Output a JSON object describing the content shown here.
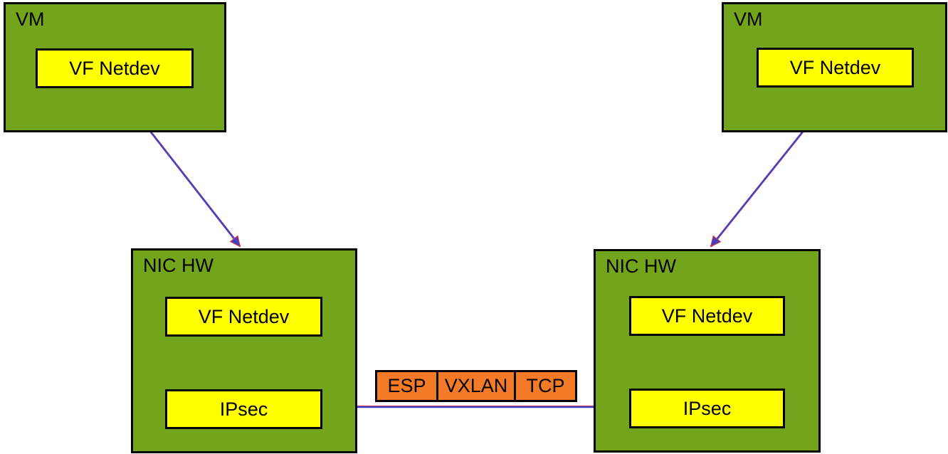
{
  "nodes": {
    "vm_left": {
      "label": "VM",
      "vf_netdev": "VF Netdev"
    },
    "vm_right": {
      "label": "VM",
      "vf_netdev": "VF Netdev"
    },
    "nic_left": {
      "label": "NIC HW",
      "vf_netdev": "VF Netdev",
      "ipsec": "IPsec"
    },
    "nic_right": {
      "label": "NIC HW",
      "vf_netdev": "VF Netdev",
      "ipsec": "IPsec"
    }
  },
  "packet": {
    "segments": [
      "ESP",
      "VXLAN",
      "TCP"
    ]
  },
  "colors": {
    "vm_nic_fill": "#72a41c",
    "netdev_fill": "#ffff00",
    "packet_fill": "#f57a28",
    "arrow_primary": "#4141c8",
    "arrow_accent": "#e03232",
    "border": "#000000"
  }
}
